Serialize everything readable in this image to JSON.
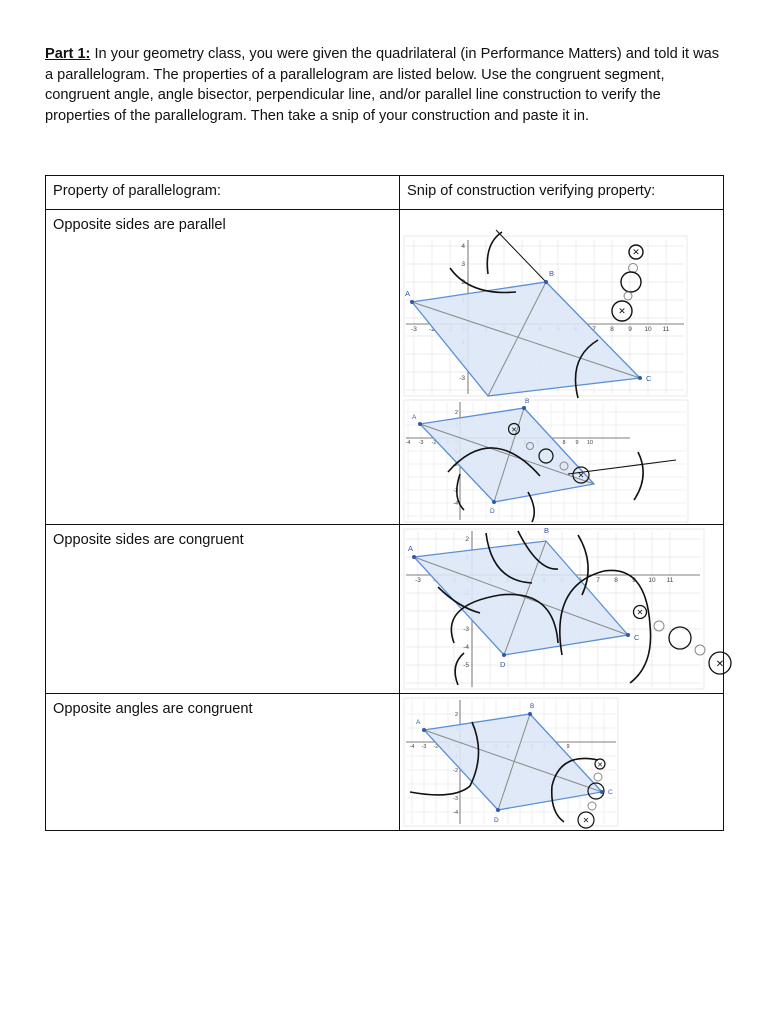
{
  "intro": {
    "label": "Part 1:",
    "text": " In your geometry class, you were given the quadrilateral (in Performance Matters) and told it was a parallelogram. The properties of a parallelogram are listed below. Use the congruent segment, congruent angle, angle bisector, perpendicular line, and/or parallel line construction to verify the properties of the parallelogram. Then take a snip of your construction and paste it in."
  },
  "table": {
    "headers": [
      "Property of parallelogram:",
      "Snip of construction verifying property:"
    ],
    "rows": [
      {
        "property": "Opposite sides are parallel"
      },
      {
        "property": "Opposite sides are congruent"
      },
      {
        "property": "Opposite angles are congruent"
      }
    ]
  },
  "snips": {
    "s1": {
      "xticks": [
        "-3",
        "-2",
        "-1",
        "0",
        "1",
        "2",
        "3",
        "4",
        "5",
        "6",
        "7",
        "8",
        "9",
        "10",
        "11"
      ],
      "yticks": [
        "4",
        "3",
        "2",
        "1",
        "-1",
        "-2",
        "-3"
      ],
      "labels": {
        "A": "A",
        "B": "B",
        "C": "C"
      }
    },
    "s2": {
      "xticks": [
        "-4",
        "-3",
        "-2",
        "-1",
        "0",
        "1",
        "2",
        "3",
        "4",
        "5",
        "6",
        "7",
        "8",
        "9",
        "10"
      ],
      "yticks": [
        "2",
        "1",
        "-1",
        "-2",
        "-3",
        "-4"
      ],
      "labels": {
        "A": "A",
        "B": "B",
        "D": "D"
      }
    },
    "s3": {
      "xticks": [
        "-3",
        "-2",
        "-1",
        "0",
        "1",
        "2",
        "3",
        "4",
        "5",
        "6",
        "7",
        "8",
        "9",
        "10",
        "11"
      ],
      "yticks": [
        "2",
        "1",
        "-1",
        "-2",
        "-3",
        "-4",
        "-5"
      ],
      "labels": {
        "A": "A",
        "B": "B",
        "C": "C",
        "D": "D"
      }
    },
    "s4": {
      "xticks": [
        "-4",
        "-3",
        "-2",
        "-1",
        "0",
        "1",
        "2",
        "3",
        "4",
        "5",
        "6",
        "7",
        "8",
        "9"
      ],
      "yticks": [
        "2",
        "1",
        "-1",
        "-2",
        "-3",
        "-4"
      ],
      "labels": {
        "A": "A",
        "B": "B",
        "C": "C",
        "D": "D"
      }
    }
  },
  "colors": {
    "fill": "#dbe7f6",
    "edge": "#5a8fd6",
    "diag": "#888888",
    "arc": "#111111",
    "grid": "#e4e4e4"
  }
}
